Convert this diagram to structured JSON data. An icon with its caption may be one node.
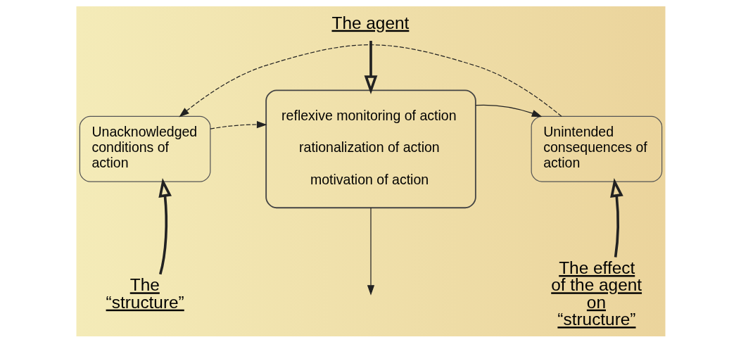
{
  "diagram": {
    "nodes": [
      {
        "text": [
          "Unacknowledged conditions of action"
        ]
      },
      {
        "text": [
          "Unintended consequences of action"
        ]
      },
      {
        "text": [
          "The agent"
        ]
      },
      {
        "text": [
          "reflexive monitoring of action",
          "rationalization of action",
          "motivation of action"
        ]
      },
      {
        "text": [
          "The “structure”"
        ]
      },
      {
        "text": [
          "The effect of the agent on “structure”"
        ]
      }
    ],
    "edges": [
      {
        "from": 2,
        "to": 3,
        "arrow": "to",
        "style": "thick"
      },
      {
        "from": 4,
        "to": 0,
        "arrow": "to",
        "style": "thick"
      },
      {
        "from": 5,
        "to": 1,
        "arrow": "to",
        "style": "thick"
      },
      {
        "from": 3,
        "to": 1,
        "arrow": "to"
      },
      {
        "from": 3,
        "to": null,
        "arrow": "to"
      },
      {
        "from": 1,
        "to": 0,
        "arrow": "to",
        "style": "dashed"
      },
      {
        "from": 0,
        "to": 3,
        "arrow": "to",
        "style": "dashed"
      }
    ]
  }
}
